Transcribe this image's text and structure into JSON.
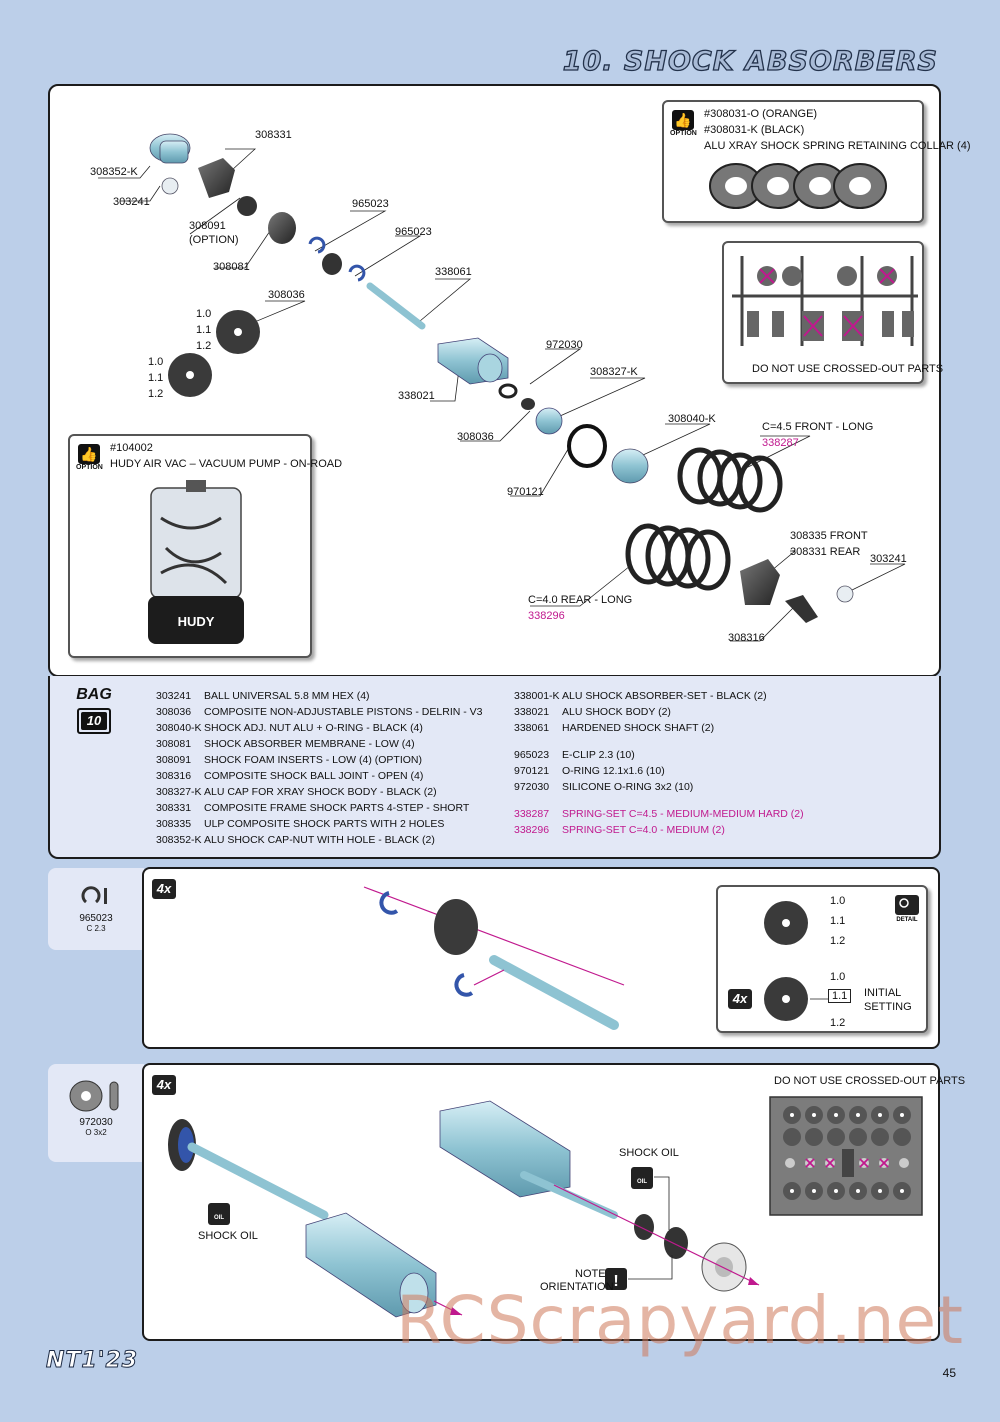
{
  "header": {
    "section_title": "10. SHOCK ABSORBERS"
  },
  "exploded_view": {
    "labels": {
      "l308331": "308331",
      "l308352k": "308352-K",
      "l303241a": "303241",
      "l308091": "308091",
      "l308091opt": "(OPTION)",
      "l965023a": "965023",
      "l965023b": "965023",
      "l308081": "308081",
      "l338061": "338061",
      "l308036a": "308036",
      "l10a": "1.0",
      "l11a": "1.1",
      "l12a": "1.2",
      "l10b": "1.0",
      "l11b": "1.1",
      "l12b": "1.2",
      "l972030": "972030",
      "l338021": "338021",
      "l308327k": "308327-K",
      "l308036b": "308036",
      "l308040k": "308040-K",
      "l970121": "970121",
      "lfront": "C=4.5 FRONT - LONG",
      "l338287": "338287",
      "l308335": "308335 FRONT",
      "l308331r": "308331 REAR",
      "l303241b": "303241",
      "lrear": "C=4.0 REAR - LONG",
      "l338296": "338296",
      "l308316": "308316"
    },
    "collar_callout": {
      "option": "OPTION",
      "line1": "#308031-O (ORANGE)",
      "line2": "#308031-K (BLACK)",
      "line3": "ALU XRAY SHOCK SPRING RETAINING COLLAR (4)"
    },
    "sprue_callout": {
      "note": "DO NOT USE CROSSED-OUT PARTS"
    },
    "pump_callout": {
      "option": "OPTION",
      "line1": "#104002",
      "line2": "HUDY AIR VAC – VACUUM PUMP - ON-ROAD",
      "brand": "HUDY"
    }
  },
  "bag": {
    "label": "BAG",
    "number": "10"
  },
  "parts_list": {
    "left": [
      {
        "code": "303241",
        "desc": "BALL UNIVERSAL 5.8 MM HEX (4)"
      },
      {
        "code": "308036",
        "desc": "COMPOSITE NON-ADJUSTABLE PISTONS - DELRIN - V3"
      },
      {
        "code": "308040-K",
        "desc": "SHOCK ADJ. NUT ALU + O-RING - BLACK (4)"
      },
      {
        "code": "308081",
        "desc": "SHOCK ABSORBER MEMBRANE - LOW  (4)"
      },
      {
        "code": "308091",
        "desc": "SHOCK FOAM INSERTS - LOW (4) (OPTION)"
      },
      {
        "code": "308316",
        "desc": "COMPOSITE SHOCK BALL JOINT - OPEN (4)"
      },
      {
        "code": "308327-K",
        "desc": "ALU CAP FOR XRAY SHOCK BODY - BLACK (2)"
      },
      {
        "code": "308331",
        "desc": "COMPOSITE FRAME SHOCK PARTS 4-STEP - SHORT"
      },
      {
        "code": "308335",
        "desc": "ULP COMPOSITE SHOCK PARTS WITH 2 HOLES"
      },
      {
        "code": "308352-K",
        "desc": "ALU SHOCK CAP-NUT WITH HOLE - BLACK (2)"
      }
    ],
    "right_a": [
      {
        "code": "338001-K",
        "desc": "ALU SHOCK ABSORBER-SET - BLACK (2)"
      },
      {
        "code": "338021",
        "desc": "ALU SHOCK BODY (2)"
      },
      {
        "code": "338061",
        "desc": "HARDENED SHOCK SHAFT (2)"
      }
    ],
    "right_b": [
      {
        "code": "965023",
        "desc": "E-CLIP 2.3  (10)"
      },
      {
        "code": "970121",
        "desc": "O-RING 12.1x1.6  (10)"
      },
      {
        "code": "972030",
        "desc": "SILICONE O-RING 3x2  (10)"
      }
    ],
    "right_c": [
      {
        "code": "338287",
        "desc": "SPRING-SET C=4.5 - MEDIUM-MEDIUM HARD (2)"
      },
      {
        "code": "338296",
        "desc": "SPRING-SET C=4.0 - MEDIUM (2)"
      }
    ]
  },
  "step1": {
    "tab_code": "965023",
    "tab_sub": "C 2.3",
    "qty": "4x",
    "detail": {
      "t10": "1.0",
      "t11": "1.1",
      "t12": "1.2",
      "b10": "1.0",
      "b11": "1.1",
      "b12": "1.2",
      "box": "1.1",
      "initial": "INITIAL",
      "setting": "SETTING",
      "qty": "4x",
      "detail_word": "DETAIL"
    }
  },
  "step2": {
    "tab_code": "972030",
    "tab_sub": "O 3x2",
    "qty": "4x",
    "shock_oil_left": "SHOCK OIL",
    "shock_oil_right": "SHOCK OIL",
    "oil_icon": "OIL",
    "note": "NOTE",
    "orientation": "ORIENTATION",
    "crossed_note": "DO NOT USE CROSSED-OUT PARTS"
  },
  "footer": {
    "logo": "NT1'23",
    "page": "45"
  },
  "watermark": "RCScrapyard.net",
  "colors": {
    "page_bg": "#bccfe9",
    "panel_bg": "#ffffff",
    "list_bg": "#e3e8f6",
    "magenta": "#c0198e",
    "part_blue": "#8ec3d2"
  }
}
